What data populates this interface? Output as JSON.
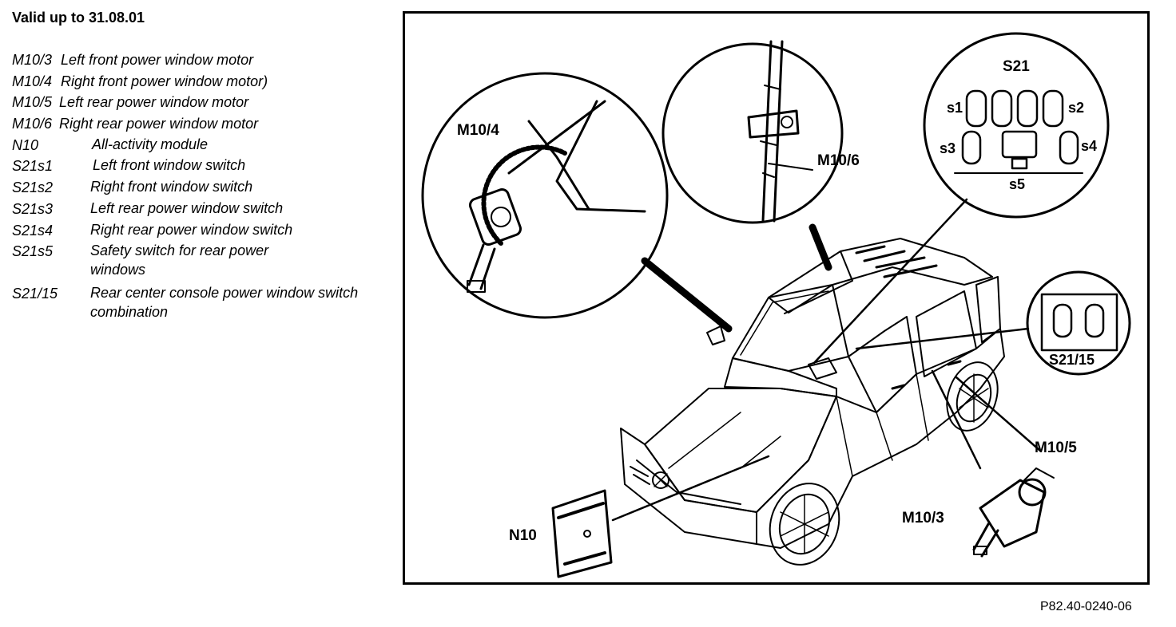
{
  "header": {
    "valid_text": "Valid up to 31.08.01"
  },
  "legend": [
    {
      "code": "M10/3",
      "desc": "Left front power window motor"
    },
    {
      "code": "M10/4",
      "desc": "Right front power window motor)"
    },
    {
      "code": "M10/5",
      "desc": "Left rear power window motor"
    },
    {
      "code": "M10/6",
      "desc": "Right rear power window motor"
    },
    {
      "code": "N10",
      "desc": "All-activity module"
    },
    {
      "code": "S21s1",
      "desc": "Left front window switch"
    },
    {
      "code": "S21s2",
      "desc": "Right front window switch"
    },
    {
      "code": "S21s3",
      "desc": "Left rear power window switch"
    },
    {
      "code": "S21s4",
      "desc": "Right rear power window switch"
    },
    {
      "code": "S21s5",
      "desc": "Safety switch for rear power windows"
    },
    {
      "code": "S21/15",
      "desc": "Rear center console power window switch combination"
    }
  ],
  "diagram": {
    "labels": {
      "m10_4": "M10/4",
      "m10_6": "M10/6",
      "s21": "S21",
      "s1": "s1",
      "s2": "s2",
      "s3": "s3",
      "s4": "s4",
      "s5": "s5",
      "s21_15": "S21/15",
      "m10_5": "M10/5",
      "m10_3": "M10/3",
      "n10": "N10"
    }
  },
  "footer": {
    "figure_ref": "P82.40-0240-06"
  },
  "colors": {
    "ink": "#000000",
    "paper": "#ffffff"
  }
}
